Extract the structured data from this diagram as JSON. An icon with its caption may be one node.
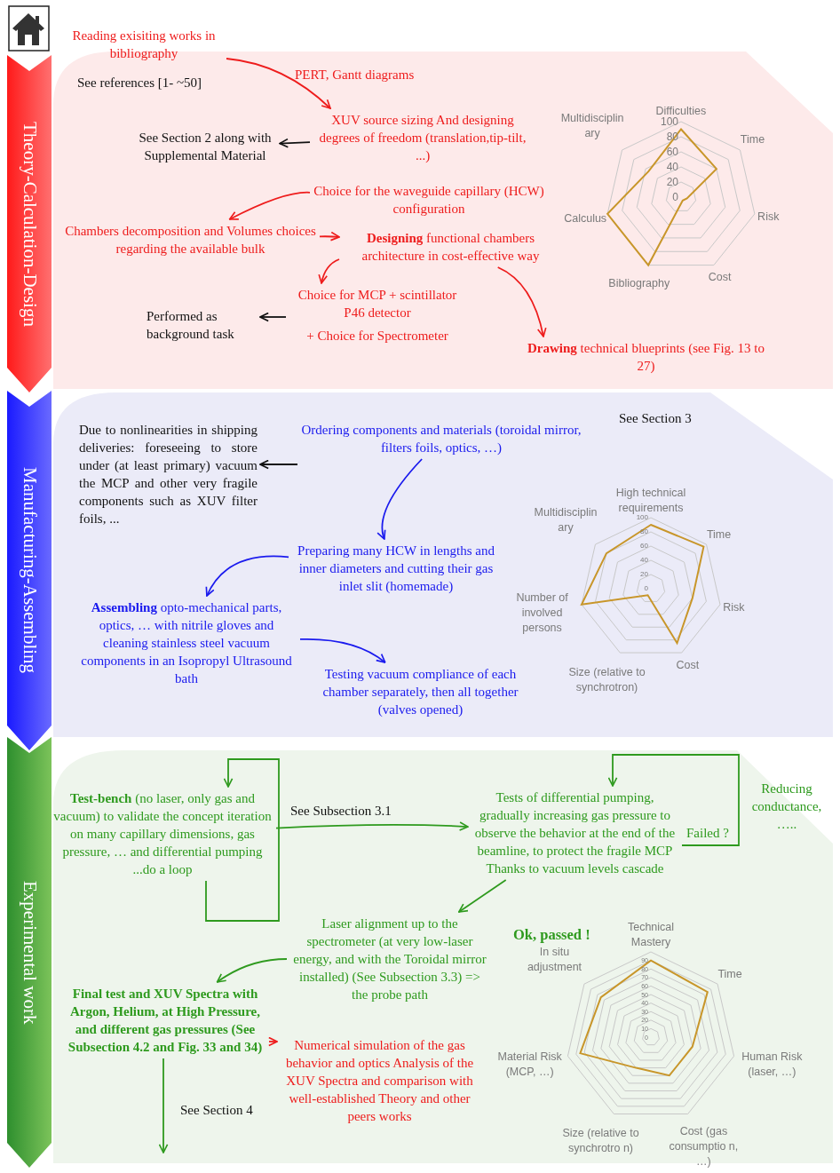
{
  "diagram": {
    "nodes": [
      {
        "text": [
          "Theory-Calculation-Design"
        ]
      },
      {
        "text": [
          "Reading exisiting works in bibliography"
        ]
      },
      {
        "text": [
          "XUV source sizing And designing degrees of freedom (translation,tip-tilt, ...)"
        ]
      },
      {
        "text": [
          "See Section 2 along with Supplemental Material"
        ]
      },
      {
        "text": [
          "Choice for the waveguide capillary (HCW) configuration"
        ]
      },
      {
        "text": [
          "Chambers decomposition and Volumes choices regarding the available bulk"
        ]
      },
      {
        "text": [
          "**Designing** functional chambers architecture in cost-effective way"
        ]
      },
      {
        "text": [
          "Choice for MCP + scintillator P46 detector",
          "+ Choice for Spectrometer"
        ]
      },
      {
        "text": [
          "Performed as background task"
        ]
      },
      {
        "text": [
          "**Drawing** technical blueprints (see Fig. 13 to 27)"
        ]
      },
      {
        "text": [
          "Manufacturing-Assembling"
        ]
      },
      {
        "text": [
          "Due to nonlinearities in shipping deliveries: foreseeing to store under (at least primary) vacuum the MCP and other very fragile components such as XUV filter foils, ..."
        ]
      },
      {
        "text": [
          "Ordering components and materials (toroidal mirror, filters foils, optics, …)"
        ]
      },
      {
        "text": [
          "Preparing many HCW in lengths and inner diameters and cutting their gas inlet slit (homemade)"
        ]
      },
      {
        "text": [
          "**Assembling** opto-mechanical parts, optics, … with nitrile gloves and cleaning stainless steel vacuum components in an Isopropyl Ultrasound bath"
        ]
      },
      {
        "text": [
          "Testing vacuum compliance of each chamber separately, then all together (valves opened)"
        ]
      },
      {
        "text": [
          "Experimental work"
        ]
      },
      {
        "text": [
          "**Test-bench** (no laser, only gas and vacuum) to validate the concept iteration on many capillary dimensions, gas pressure, … and differential pumping ...do a loop"
        ]
      },
      {
        "text": [
          "Tests of differential pumping, gradually increasing gas pressure to observe the behavior at the end of the beamline, to protect the fragile MCP Thanks to vacuum levels cascade"
        ]
      },
      {
        "text": [
          "Laser alignment up to the spectrometer (at very low-laser energy, and with the Toroidal mirror installed) (See Subsection 3.3) => the probe path"
        ]
      },
      {
        "text": [
          "Final test and XUV Spectra with Argon, Helium, at High Pressure, and different gas pressures (See Subsection 4.2 and Fig. 33 and 34)"
        ]
      },
      {
        "text": [
          "Numerical simulation of the gas behavior and optics Analysis of the XUV Spectra and comparison with well-established Theory and other peers works"
        ]
      }
    ],
    "edges": [
      {
        "from": 1,
        "to": 2,
        "arrow": "to",
        "color": "#ee1c1c"
      },
      {
        "from": 2,
        "to": 3,
        "arrow": "to",
        "color": "#111111"
      },
      {
        "from": 4,
        "to": 5,
        "arrow": "to",
        "color": "#ee1c1c"
      },
      {
        "from": 5,
        "to": 6,
        "arrow": "to",
        "color": "#ee1c1c"
      },
      {
        "from": 6,
        "to": 7,
        "arrow": "to",
        "color": "#ee1c1c"
      },
      {
        "from": 6,
        "to": 9,
        "arrow": "to",
        "color": "#ee1c1c"
      },
      {
        "from": 7,
        "to": 8,
        "arrow": "to",
        "color": "#111111"
      },
      {
        "from": 12,
        "to": 11,
        "arrow": "to",
        "color": "#111111"
      },
      {
        "from": 12,
        "to": 13,
        "arrow": "to",
        "color": "#1a1aee"
      },
      {
        "from": 13,
        "to": 14,
        "arrow": "to",
        "color": "#1a1aee"
      },
      {
        "from": 14,
        "to": 15,
        "arrow": "to",
        "color": "#1a1aee"
      },
      {
        "from": 17,
        "to": 17,
        "arrow": "to",
        "color": "#2e9a1e"
      },
      {
        "from": 17,
        "to": 18,
        "arrow": "to",
        "label": "See Subsection 3.1",
        "color": "#2e9a1e"
      },
      {
        "from": 18,
        "to": 18,
        "arrow": "to",
        "label": "Failed ?",
        "color": "#2e9a1e"
      },
      {
        "from": 18,
        "to": 19,
        "arrow": "to",
        "label": "Ok, passed !",
        "color": "#2e9a1e"
      },
      {
        "from": 19,
        "to": 20,
        "arrow": "to",
        "color": "#2e9a1e"
      },
      {
        "from": 20,
        "to": 21,
        "arrow": "to",
        "color": "#ee1c1c"
      },
      {
        "from": 20,
        "to": null,
        "arrow": "to",
        "label": "See Section 4",
        "color": "#2e9a1e"
      }
    ],
    "labels": [
      "See references  [1- ~50]",
      "PERT, Gantt diagrams",
      "Difficulties",
      "100",
      "80",
      "60",
      "40",
      "20",
      "0",
      "Multidisciplin ary",
      "Time",
      "Calculus",
      "Risk",
      "Bibliography",
      "Cost",
      "See Section 3",
      "High technical requirements",
      "100",
      "80",
      "60",
      "40",
      "20",
      "0",
      "Multidisciplin ary",
      "Time",
      "Number of involved persons",
      "Risk",
      "Size (relative to synchrotron)",
      "Cost",
      "Reducing conductance, …..",
      "Technical Mastery",
      "90",
      "80",
      "70",
      "60",
      "50",
      "40",
      "30",
      "20",
      "10",
      "0",
      "In situ adjustment",
      "Time",
      "Material Risk (MCP, …)",
      "Human Risk (laser, …)",
      "Size (relative to synchrotro n)",
      "Cost (gas consumptio n, …)"
    ]
  }
}
